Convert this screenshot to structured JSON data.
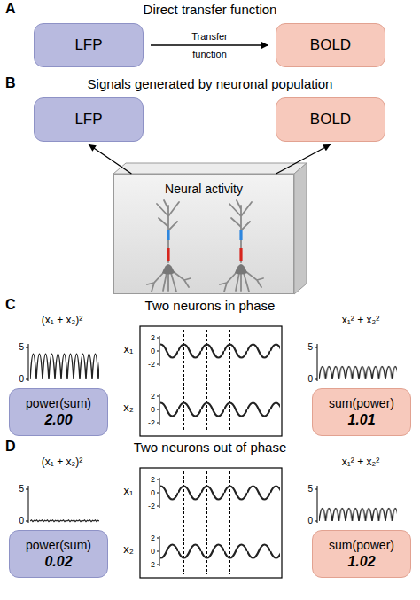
{
  "diagram": {
    "nodes": [
      {
        "text": [
          "LFP"
        ]
      },
      {
        "text": [
          "BOLD"
        ]
      },
      {
        "text": [
          "LFP"
        ]
      },
      {
        "text": [
          "BOLD"
        ]
      },
      {
        "text": [
          "Neural activity"
        ]
      },
      {
        "text": [
          "power(sum)",
          "2.00"
        ]
      },
      {
        "text": [
          "sum(power)",
          "1.01"
        ]
      },
      {
        "text": [
          "power(sum)",
          "0.02"
        ]
      },
      {
        "text": [
          "sum(power)",
          "1.02"
        ]
      }
    ],
    "edges": [
      {
        "from": 0,
        "to": 1,
        "label": "Transfer function",
        "arrow": "to"
      },
      {
        "from": 4,
        "to": 2,
        "arrow": "to"
      },
      {
        "from": 4,
        "to": 3,
        "arrow": "to"
      }
    ],
    "labels": [
      "A",
      "Direct transfer function",
      "B",
      "Signals generated by neuronal population",
      "C",
      "Two neurons in phase",
      "(x₁ + x₂)²",
      "5",
      "0",
      "x₁",
      "2",
      "0",
      "-2",
      "x₂",
      "2",
      "0",
      "-2",
      "x₁² + x₂²",
      "5",
      "0",
      "D",
      "Two neurons out of phase",
      "(x₁ + x₂)²",
      "5",
      "0",
      "x₁",
      "2",
      "0",
      "-2",
      "x₂",
      "2",
      "0",
      "-2",
      "x₁² + x₂²",
      "5",
      "0"
    ]
  }
}
